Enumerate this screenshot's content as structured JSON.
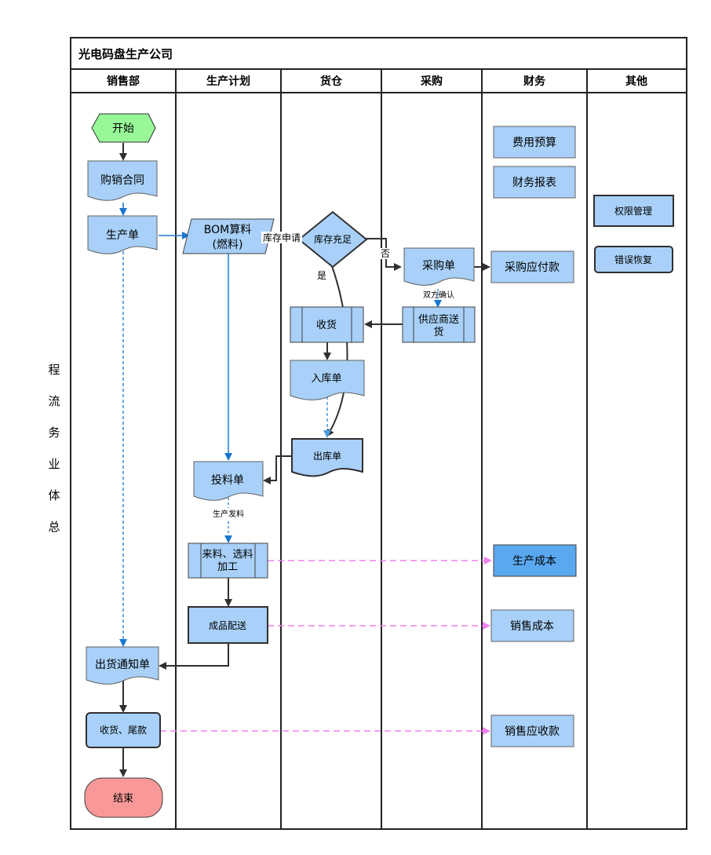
{
  "title": "光电码盘生产公司",
  "side_label": [
    "总",
    "体",
    "业",
    "务",
    "流",
    "程"
  ],
  "lanes": [
    "销售部",
    "生产计划",
    "货仓",
    "采购",
    "财务",
    "其他"
  ],
  "nodes": {
    "start": "开始",
    "contract": "购销合同",
    "prod_order": "生产单",
    "bom_1": "BOM算料",
    "bom_2": "(燃料)",
    "stock_check": "库存充足",
    "purchase_order": "采购单",
    "supplier_1": "供应商送",
    "supplier_2": "货",
    "receive": "收货",
    "inbound": "入库单",
    "outbound": "出库单",
    "feed": "投料单",
    "process_1": "来料、选料",
    "process_2": "加工",
    "delivery": "成品配送",
    "ship_notice": "出货通知单",
    "payment": "收货、尾款",
    "end": "结束",
    "budget": "费用预算",
    "report": "财务报表",
    "payable": "采购应付款",
    "prod_cost": "生产成本",
    "sales_cost": "销售成本",
    "receivable": "销售应收款",
    "perm": "权限管理",
    "recover": "错误恢复"
  },
  "labels": {
    "stock_request": "库存申请",
    "no": "否",
    "yes": "是",
    "confirm": "双方确认",
    "issue": "生产发料"
  },
  "colors": {
    "node_fill": "#a8d0f8",
    "node_fill_dark": "#5aa8f0",
    "start_fill": "#98f898",
    "end_fill": "#f89898",
    "blue_line": "#1878d0",
    "pink_line": "#f080f0",
    "dark_line": "#303030"
  }
}
